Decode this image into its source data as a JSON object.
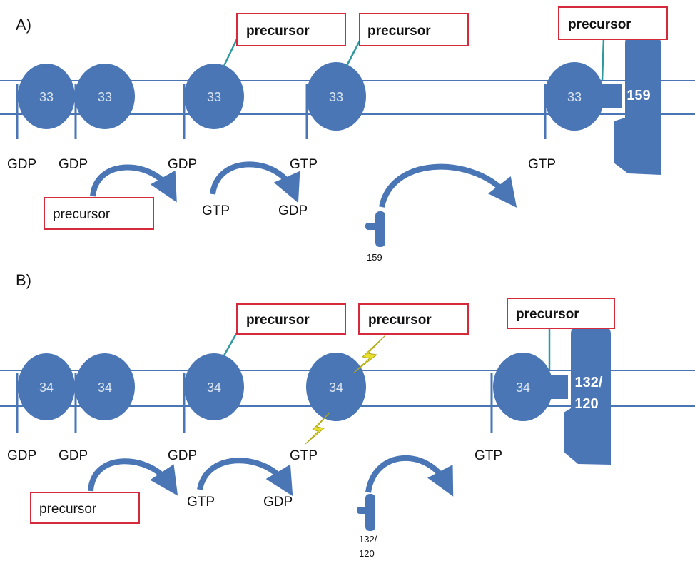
{
  "colors": {
    "protein": "#4a76b6",
    "membrane": "#4a76b6",
    "box_border": "#d42a3c",
    "bolt": "#e8e030"
  },
  "panel_a": {
    "label": "A)",
    "ovals": [
      "33",
      "33",
      "33",
      "33",
      "33"
    ],
    "receptor": "159",
    "boxes": [
      "precursor",
      "precursor",
      "precursor",
      "precursor"
    ],
    "nucleotides": [
      "GDP",
      "GDP",
      "GDP",
      "GTP",
      "GTP"
    ],
    "exchange": {
      "from": "GTP",
      "to": "GDP"
    },
    "insert_label": "159"
  },
  "panel_b": {
    "label": "B)",
    "ovals": [
      "34",
      "34",
      "34",
      "34",
      "34"
    ],
    "receptor_line1": "132/",
    "receptor_line2": "120",
    "boxes": [
      "precursor",
      "precursor",
      "precursor",
      "precursor"
    ],
    "nucleotides": [
      "GDP",
      "GDP",
      "GDP",
      "GTP",
      "GTP"
    ],
    "exchange": {
      "from": "GTP",
      "to": "GDP"
    },
    "insert_label_line1": "132/",
    "insert_label_line2": "120"
  }
}
